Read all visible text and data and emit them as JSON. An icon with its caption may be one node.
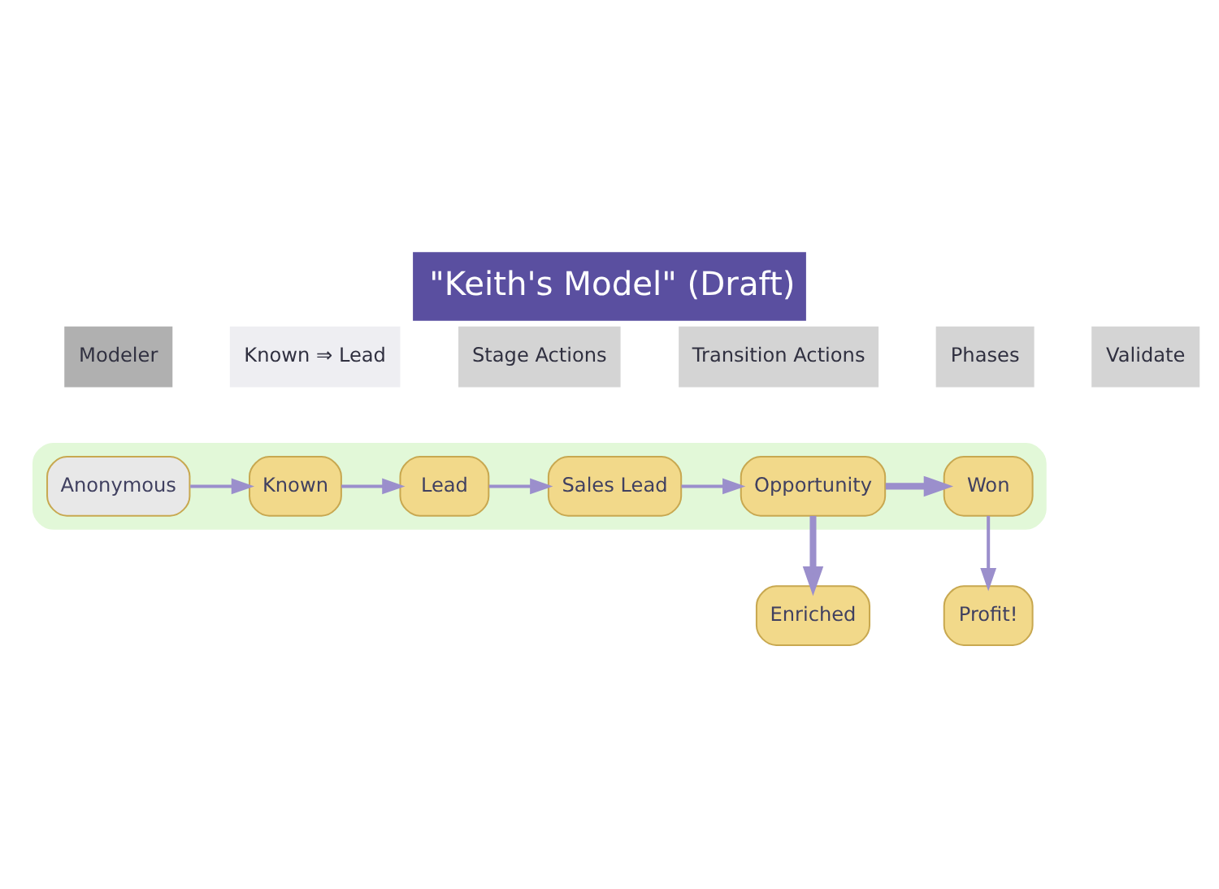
{
  "diagram": {
    "title": "\"Keith's Model\" (Draft)",
    "nodes": [
      {
        "text": [],
        "shape": "bar"
      },
      {
        "text": [
          "Anonymous"
        ],
        "in": 0
      },
      {
        "text": [
          "Known"
        ],
        "in": 0
      },
      {
        "text": [
          "Lead"
        ],
        "in": 0
      },
      {
        "text": [
          "Sales Lead"
        ],
        "in": 0
      },
      {
        "text": [
          "Opportunity"
        ],
        "in": 0
      },
      {
        "text": [
          "Won"
        ],
        "in": 0
      },
      {
        "text": [
          "Enriched"
        ]
      },
      {
        "text": [
          "Profit!"
        ]
      }
    ],
    "edges": [
      {
        "from": 1,
        "to": 2,
        "arrow": "to"
      },
      {
        "from": 2,
        "to": 3,
        "arrow": "to"
      },
      {
        "from": 3,
        "to": 4,
        "arrow": "to"
      },
      {
        "from": 4,
        "to": 5,
        "arrow": "to"
      },
      {
        "from": 5,
        "to": 6,
        "arrow": "to",
        "style": "thick"
      },
      {
        "from": 5,
        "to": 7,
        "arrow": "to",
        "style": "thick"
      },
      {
        "from": 6,
        "to": 8,
        "arrow": "to"
      }
    ],
    "labels": [
      "Modeler",
      "Known ⇒ Lead",
      "Stage Actions",
      "Transition Actions",
      "Phases",
      "Validate"
    ]
  }
}
